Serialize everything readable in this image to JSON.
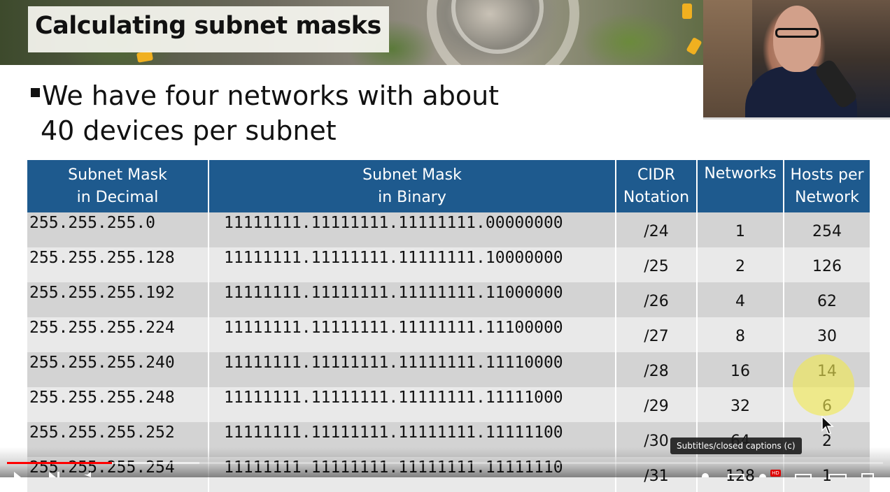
{
  "slide": {
    "title": "Calculating subnet masks",
    "bullet_line1": "We have four networks with about",
    "bullet_line2": "40 devices per subnet"
  },
  "table": {
    "headers": [
      {
        "line1": "Subnet Mask",
        "line2": "in Decimal"
      },
      {
        "line1": "Subnet Mask",
        "line2": "in Binary"
      },
      {
        "line1": "CIDR",
        "line2": "Notation"
      },
      {
        "line1": "Networks",
        "line2": ""
      },
      {
        "line1": "Hosts per",
        "line2": "Network"
      }
    ],
    "rows": [
      {
        "decimal": "255.255.255.0",
        "binary": "11111111.11111111.11111111.00000000",
        "cidr": "/24",
        "networks": "1",
        "hosts": "254"
      },
      {
        "decimal": "255.255.255.128",
        "binary": "11111111.11111111.11111111.10000000",
        "cidr": "/25",
        "networks": "2",
        "hosts": "126"
      },
      {
        "decimal": "255.255.255.192",
        "binary": "11111111.11111111.11111111.11000000",
        "cidr": "/26",
        "networks": "4",
        "hosts": "62"
      },
      {
        "decimal": "255.255.255.224",
        "binary": "11111111.11111111.11111111.11100000",
        "cidr": "/27",
        "networks": "8",
        "hosts": "30"
      },
      {
        "decimal": "255.255.255.240",
        "binary": "11111111.11111111.11111111.11110000",
        "cidr": "/28",
        "networks": "16",
        "hosts": "14"
      },
      {
        "decimal": "255.255.255.248",
        "binary": "11111111.11111111.11111111.11111000",
        "cidr": "/29",
        "networks": "32",
        "hosts": "6"
      },
      {
        "decimal": "255.255.255.252",
        "binary": "11111111.11111111.11111111.11111100",
        "cidr": "/30",
        "networks": "64",
        "hosts": "2"
      },
      {
        "decimal": "255.255.255.254",
        "binary": "11111111.11111111.11111111.11111110",
        "cidr": "/31",
        "networks": "128",
        "hosts": "1"
      }
    ]
  },
  "player": {
    "tooltip": "Subtitles/closed captions (c)",
    "played_fraction": 0.12,
    "buffered_fraction": 0.22,
    "hd_badge": "HD"
  },
  "colors": {
    "header_blue": "#1e5a8e",
    "row_dark": "#d3d3d3",
    "row_light": "#e9e9e9",
    "progress_red": "#ff0000",
    "highlight": "#f0e850"
  }
}
